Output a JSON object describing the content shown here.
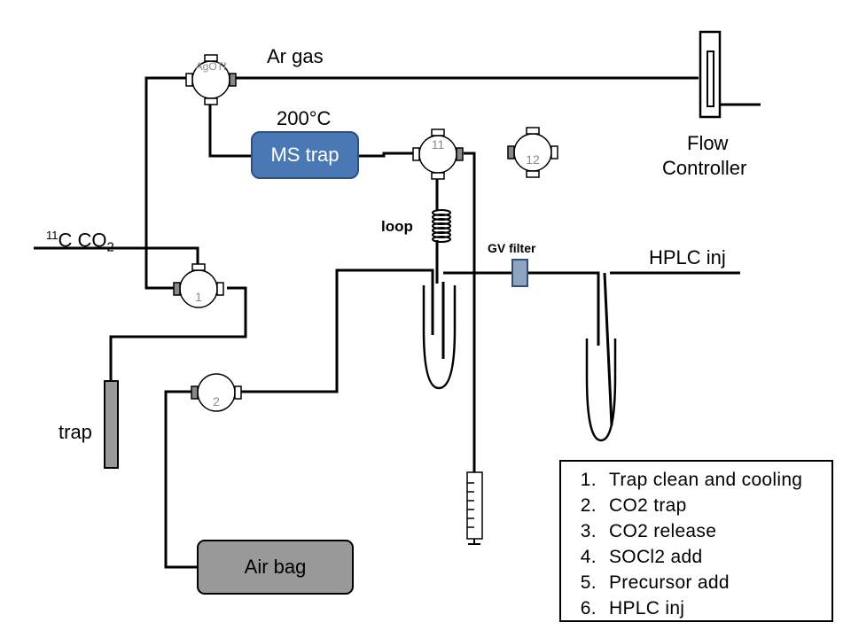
{
  "labels": {
    "ar_gas": "Ar gas",
    "temperature": "200°C",
    "ms_trap": "MS trap",
    "flow_controller_line1": "Flow",
    "flow_controller_line2": "Controller",
    "co2_source_sup": "11",
    "co2_source_main": "C CO",
    "co2_source_sub": "2",
    "loop": "loop",
    "gv_filter": "GV filter",
    "hplc_inj": "HPLC inj",
    "trap": "trap",
    "air_bag": "Air bag"
  },
  "valves": {
    "agotf": "AgOTf",
    "v11": "11",
    "v12": "12",
    "v1": "1",
    "v2": "2"
  },
  "steps": [
    "Trap clean and cooling",
    "CO2 trap",
    "CO2 release",
    "SOCl2 add",
    "Precursor add",
    "HPLC inj"
  ],
  "colors": {
    "ms_trap_fill": "#4a78b5",
    "ms_trap_border": "#2e4f7f",
    "grey_fill": "#999999",
    "filter_fill": "#8fa4c0",
    "line": "#000000"
  }
}
